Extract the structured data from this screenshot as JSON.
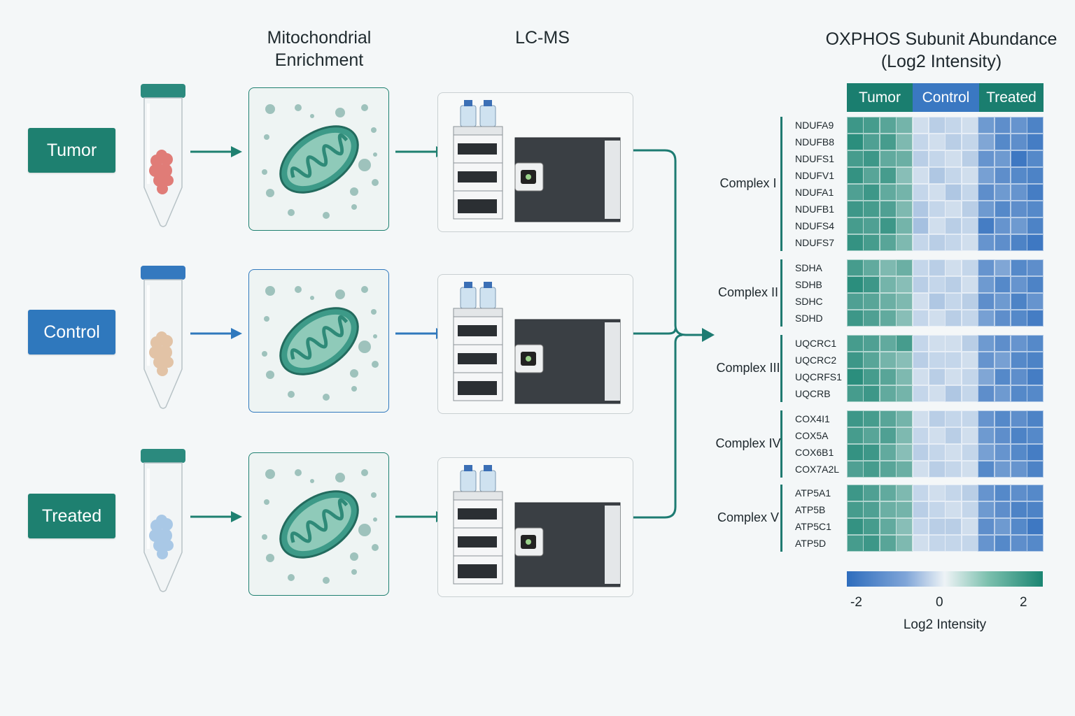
{
  "stages": {
    "enrichment_title": "Mitochondrial\nEnrichment",
    "lcms_title": "LC-MS"
  },
  "samples": [
    {
      "label": "Tumor",
      "color": "#1e8070",
      "pellet": "#e07c77",
      "cap": "#2b8a7e"
    },
    {
      "label": "Control",
      "color": "#2f78bd",
      "pellet": "#e2c3a6",
      "cap": "#3479bf"
    },
    {
      "label": "Treated",
      "color": "#1e8070",
      "pellet": "#a9c8e6",
      "cap": "#2b8a7e"
    }
  ],
  "icons": [
    "centrifuge-tube-icon",
    "mitochondrion-icon",
    "lc-ms-instrument-icon",
    "arrow-right-icon"
  ],
  "heatmap": {
    "title": "OXPHOS Subunit Abundance\n(Log2 Intensity)",
    "groups": [
      {
        "label": "Tumor",
        "color": "#1a7e6f"
      },
      {
        "label": "Control",
        "color": "#3a78c2"
      },
      {
        "label": "Treated",
        "color": "#1a7e6f"
      }
    ],
    "complexes": [
      {
        "label": "Complex I",
        "genes": [
          "NDUFA9",
          "NDUFB8",
          "NDUFS1",
          "NDUFV1",
          "NDUFA1",
          "NDUFB1",
          "NDUFS4",
          "NDUFS7"
        ]
      },
      {
        "label": "Complex II",
        "genes": [
          "SDHA",
          "SDHB",
          "SDHC",
          "SDHD"
        ]
      },
      {
        "label": "Complex III",
        "genes": [
          "UQCRC1",
          "UQCRC2",
          "UQCRFS1",
          "UQCRB"
        ]
      },
      {
        "label": "Complex IV",
        "genes": [
          "COX4I1",
          "COX5A",
          "COX6B1",
          "COX7A2L"
        ]
      },
      {
        "label": "Complex V",
        "genes": [
          "ATP5A1",
          "ATP5B",
          "ATP5C1",
          "ATP5D"
        ]
      }
    ],
    "values": [
      [
        1.6,
        1.5,
        1.3,
        1.0,
        -0.2,
        -0.4,
        -0.3,
        -0.2,
        -1.2,
        -1.4,
        -1.3,
        -1.6
      ],
      [
        1.8,
        1.4,
        1.5,
        0.9,
        -0.3,
        -0.2,
        -0.4,
        -0.3,
        -1.0,
        -1.5,
        -1.4,
        -1.7
      ],
      [
        1.5,
        1.6,
        1.2,
        1.1,
        -0.4,
        -0.3,
        -0.2,
        -0.4,
        -1.3,
        -1.2,
        -1.8,
        -1.5
      ],
      [
        1.7,
        1.3,
        1.5,
        0.8,
        -0.2,
        -0.5,
        -0.3,
        -0.2,
        -1.1,
        -1.4,
        -1.5,
        -1.6
      ],
      [
        1.4,
        1.6,
        1.2,
        1.0,
        -0.3,
        -0.2,
        -0.5,
        -0.3,
        -1.4,
        -1.2,
        -1.3,
        -1.7
      ],
      [
        1.6,
        1.5,
        1.4,
        0.9,
        -0.5,
        -0.3,
        -0.2,
        -0.4,
        -1.2,
        -1.5,
        -1.4,
        -1.5
      ],
      [
        1.5,
        1.4,
        1.6,
        1.0,
        -0.6,
        -0.2,
        -0.4,
        -0.3,
        -1.7,
        -1.3,
        -1.2,
        -1.6
      ],
      [
        1.7,
        1.5,
        1.3,
        0.9,
        -0.3,
        -0.4,
        -0.3,
        -0.2,
        -1.3,
        -1.4,
        -1.6,
        -1.8
      ],
      [
        1.5,
        1.2,
        0.9,
        1.1,
        -0.3,
        -0.4,
        -0.2,
        -0.3,
        -1.3,
        -1.0,
        -1.5,
        -1.4
      ],
      [
        1.8,
        1.6,
        1.0,
        0.8,
        -0.4,
        -0.3,
        -0.4,
        -0.2,
        -1.2,
        -1.5,
        -1.3,
        -1.6
      ],
      [
        1.4,
        1.3,
        1.1,
        0.9,
        -0.2,
        -0.5,
        -0.3,
        -0.4,
        -1.4,
        -1.2,
        -1.6,
        -1.3
      ],
      [
        1.6,
        1.4,
        1.2,
        0.8,
        -0.3,
        -0.2,
        -0.4,
        -0.3,
        -1.1,
        -1.4,
        -1.5,
        -1.7
      ],
      [
        1.5,
        1.4,
        1.2,
        1.5,
        -0.3,
        -0.2,
        -0.2,
        -0.4,
        -1.2,
        -1.4,
        -1.3,
        -1.5
      ],
      [
        1.6,
        1.3,
        1.0,
        0.8,
        -0.4,
        -0.3,
        -0.3,
        -0.2,
        -1.3,
        -1.1,
        -1.5,
        -1.6
      ],
      [
        1.8,
        1.5,
        1.3,
        0.9,
        -0.2,
        -0.4,
        -0.2,
        -0.3,
        -1.0,
        -1.5,
        -1.4,
        -1.7
      ],
      [
        1.5,
        1.6,
        1.2,
        1.0,
        -0.3,
        -0.2,
        -0.5,
        -0.3,
        -1.4,
        -1.2,
        -1.5,
        -1.5
      ],
      [
        1.6,
        1.5,
        1.3,
        1.0,
        -0.2,
        -0.4,
        -0.3,
        -0.3,
        -1.3,
        -1.5,
        -1.4,
        -1.6
      ],
      [
        1.5,
        1.3,
        1.4,
        0.9,
        -0.3,
        -0.2,
        -0.4,
        -0.2,
        -1.2,
        -1.4,
        -1.6,
        -1.5
      ],
      [
        1.7,
        1.6,
        1.2,
        0.8,
        -0.4,
        -0.3,
        -0.2,
        -0.3,
        -1.1,
        -1.3,
        -1.5,
        -1.7
      ],
      [
        1.4,
        1.5,
        1.3,
        1.1,
        -0.2,
        -0.4,
        -0.3,
        -0.2,
        -1.5,
        -1.2,
        -1.3,
        -1.6
      ],
      [
        1.6,
        1.4,
        1.2,
        0.9,
        -0.3,
        -0.2,
        -0.3,
        -0.4,
        -1.3,
        -1.5,
        -1.4,
        -1.5
      ],
      [
        1.5,
        1.4,
        1.1,
        1.0,
        -0.4,
        -0.3,
        -0.2,
        -0.3,
        -1.2,
        -1.4,
        -1.6,
        -1.6
      ],
      [
        1.7,
        1.5,
        1.2,
        0.8,
        -0.3,
        -0.4,
        -0.4,
        -0.2,
        -1.4,
        -1.2,
        -1.5,
        -1.8
      ],
      [
        1.5,
        1.6,
        1.3,
        0.9,
        -0.2,
        -0.3,
        -0.3,
        -0.3,
        -1.3,
        -1.5,
        -1.4,
        -1.5
      ]
    ],
    "colorbar": {
      "ticks": [
        "-2",
        "0",
        "2"
      ],
      "label": "Log2 Intensity",
      "min": -2,
      "max": 2,
      "low_color": "#2e6dbd",
      "mid_color": "#eef3f6",
      "high_color": "#1a8572"
    }
  }
}
